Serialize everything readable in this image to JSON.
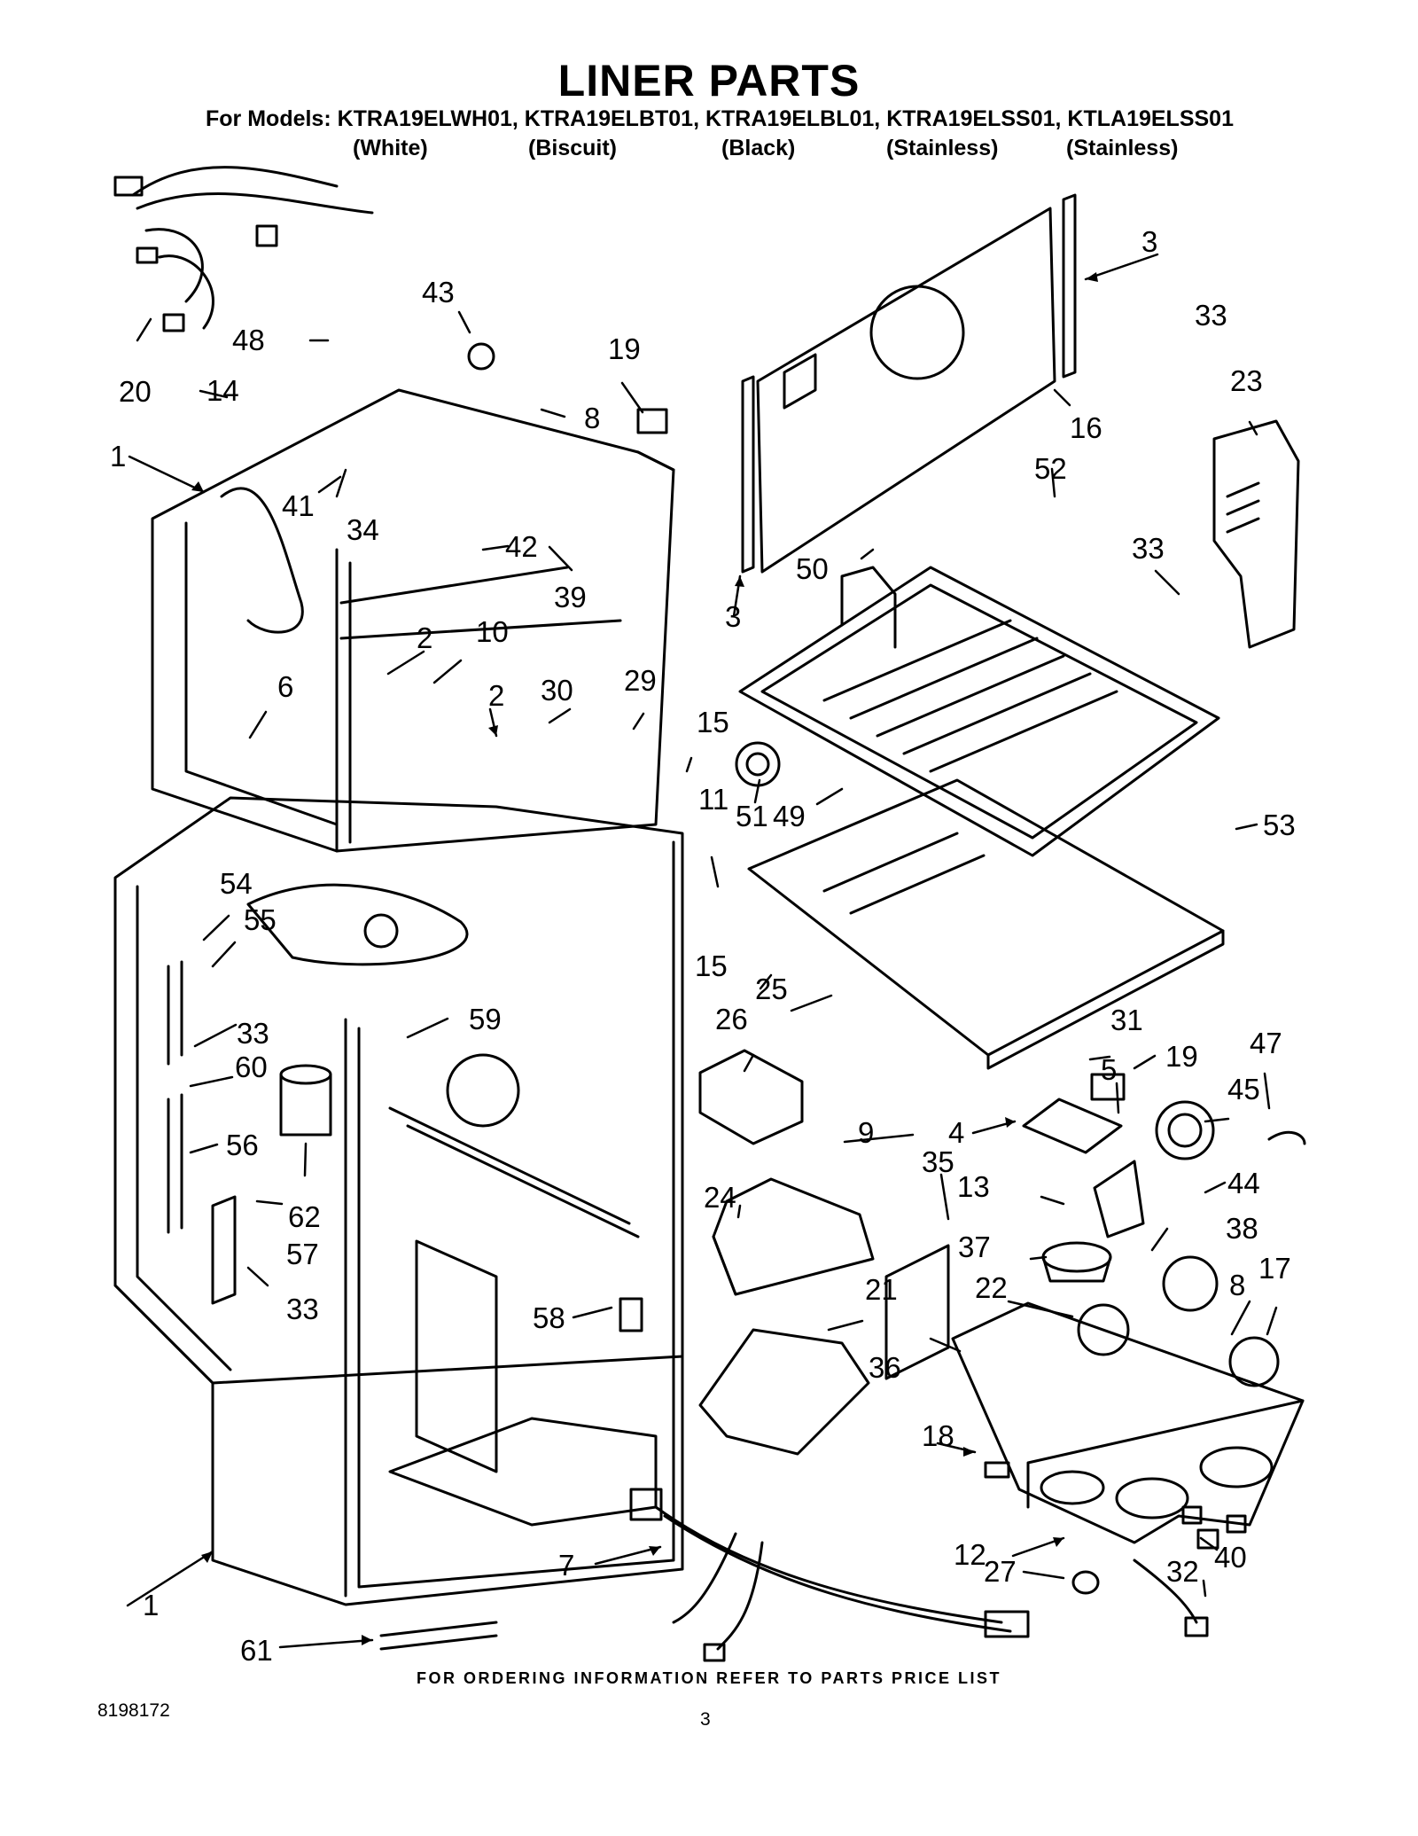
{
  "header": {
    "title": "LINER PARTS",
    "models_line": "For Models: KTRA19ELWH01, KTRA19ELBT01, KTRA19ELBL01, KTRA19ELSS01, KTLA19ELSS01",
    "colors": [
      "(White)",
      "(Biscuit)",
      "(Black)",
      "(Stainless)",
      "(Stainless)"
    ]
  },
  "callouts": [
    "1",
    "1",
    "2",
    "2",
    "3",
    "3",
    "4",
    "5",
    "6",
    "7",
    "8",
    "8",
    "9",
    "10",
    "11",
    "12",
    "13",
    "14",
    "15",
    "15",
    "16",
    "17",
    "18",
    "19",
    "19",
    "20",
    "21",
    "22",
    "23",
    "24",
    "25",
    "26",
    "27",
    "29",
    "30",
    "31",
    "32",
    "33",
    "33",
    "33",
    "33",
    "34",
    "35",
    "36",
    "37",
    "38",
    "39",
    "40",
    "41",
    "42",
    "43",
    "44",
    "45",
    "47",
    "48",
    "49",
    "50",
    "51",
    "52",
    "53",
    "54",
    "55",
    "56",
    "57",
    "58",
    "59",
    "60",
    "61",
    "62"
  ],
  "footer": {
    "ordering_note": "FOR ORDERING INFORMATION REFER TO PARTS PRICE LIST",
    "doc_number": "8198172",
    "page_number": "3"
  }
}
